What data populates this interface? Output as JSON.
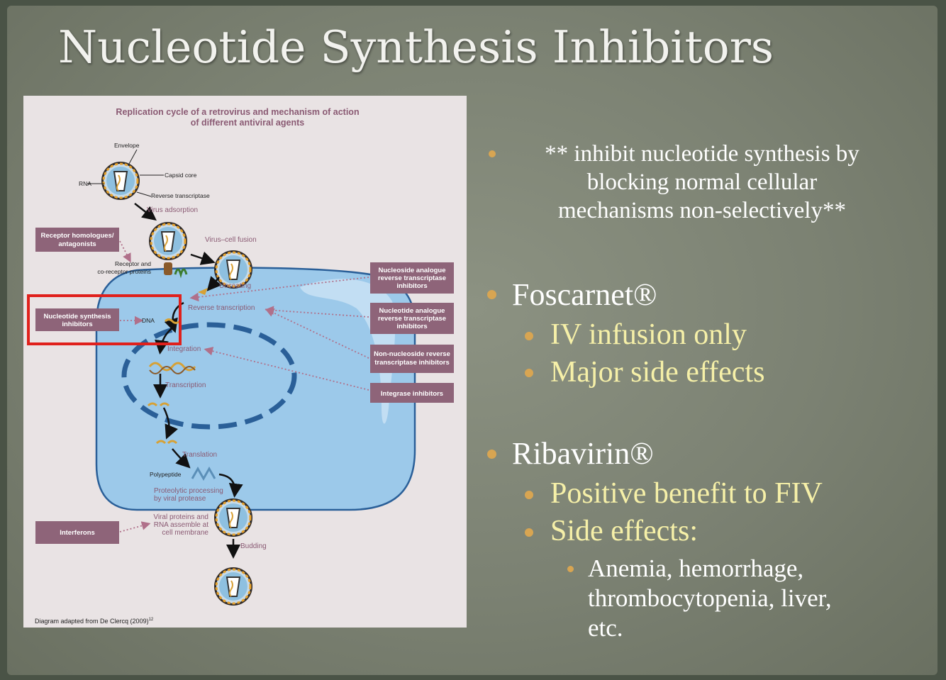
{
  "title": "Nucleotide Synthesis Inhibitors",
  "diagram": {
    "heading_line1": "Replication cycle of a retrovirus and mechanism of action",
    "heading_line2": "of different antiviral agents",
    "labels": {
      "envelope": "Envelope",
      "capsid_core": "Capsid core",
      "rna": "RNA",
      "reverse_transcriptase": "Reverse transcriptase",
      "virus_adsorption": "Virus adsorption",
      "virus_cell_fusion": "Virus–cell fusion",
      "receptor_line1": "Receptor and",
      "receptor_line2": "co-receptor proteins",
      "uncoating": "Uncoating",
      "reverse_transcription": "Reverse transcription",
      "dna": "DNA",
      "integration": "Integration",
      "transcription": "Transcription",
      "translation": "Translation",
      "polypeptide": "Polypeptide",
      "proteolytic_line1": "Proteolytic processing",
      "proteolytic_line2": "by viral protease",
      "assemble_line1": "Viral proteins and",
      "assemble_line2": "RNA assemble at",
      "assemble_line3": "cell membrane",
      "budding": "Budding"
    },
    "boxes": {
      "receptor_line1": "Receptor homologues/",
      "receptor_line2": "antagonists",
      "nucleotide_line1": "Nucleotide synthesis",
      "nucleotide_line2": "inhibitors",
      "interferons": "Interferons",
      "nrti1_line1": "Nucleoside analogue",
      "nrti1_line2": "reverse transcriptase",
      "nrti1_line3": "inhibitors",
      "nrti2_line1": "Nucleotide analogue",
      "nrti2_line2": "reverse transcriptase",
      "nrti2_line3": "inhibitors",
      "nnrti_line1": "Non-nucleoside reverse",
      "nnrti_line2": "transcriptase inhibitors",
      "integrase": "Integrase inhibitors"
    },
    "footnote": "Diagram adapted from De Clercq (2009)",
    "footnote_sup": "12",
    "highlight_color": "#e0201c",
    "box_color": "#8e6479"
  },
  "bullets": {
    "note_line1": "** inhibit nucleotide synthesis by",
    "note_line2": "blocking normal cellular",
    "note_line3": "mechanisms  non-selectively**",
    "foscarnet": "Foscarnet®",
    "foscarnet_sub1": "IV infusion only",
    "foscarnet_sub2": "Major side effects",
    "ribavirin": "Ribavirin®",
    "ribavirin_sub1": "Positive benefit to FIV",
    "ribavirin_sub2": "Side effects:",
    "se_line1": "Anemia, hemorrhage,",
    "se_line2": "thrombocytopenia, liver,",
    "se_line3": "etc."
  }
}
